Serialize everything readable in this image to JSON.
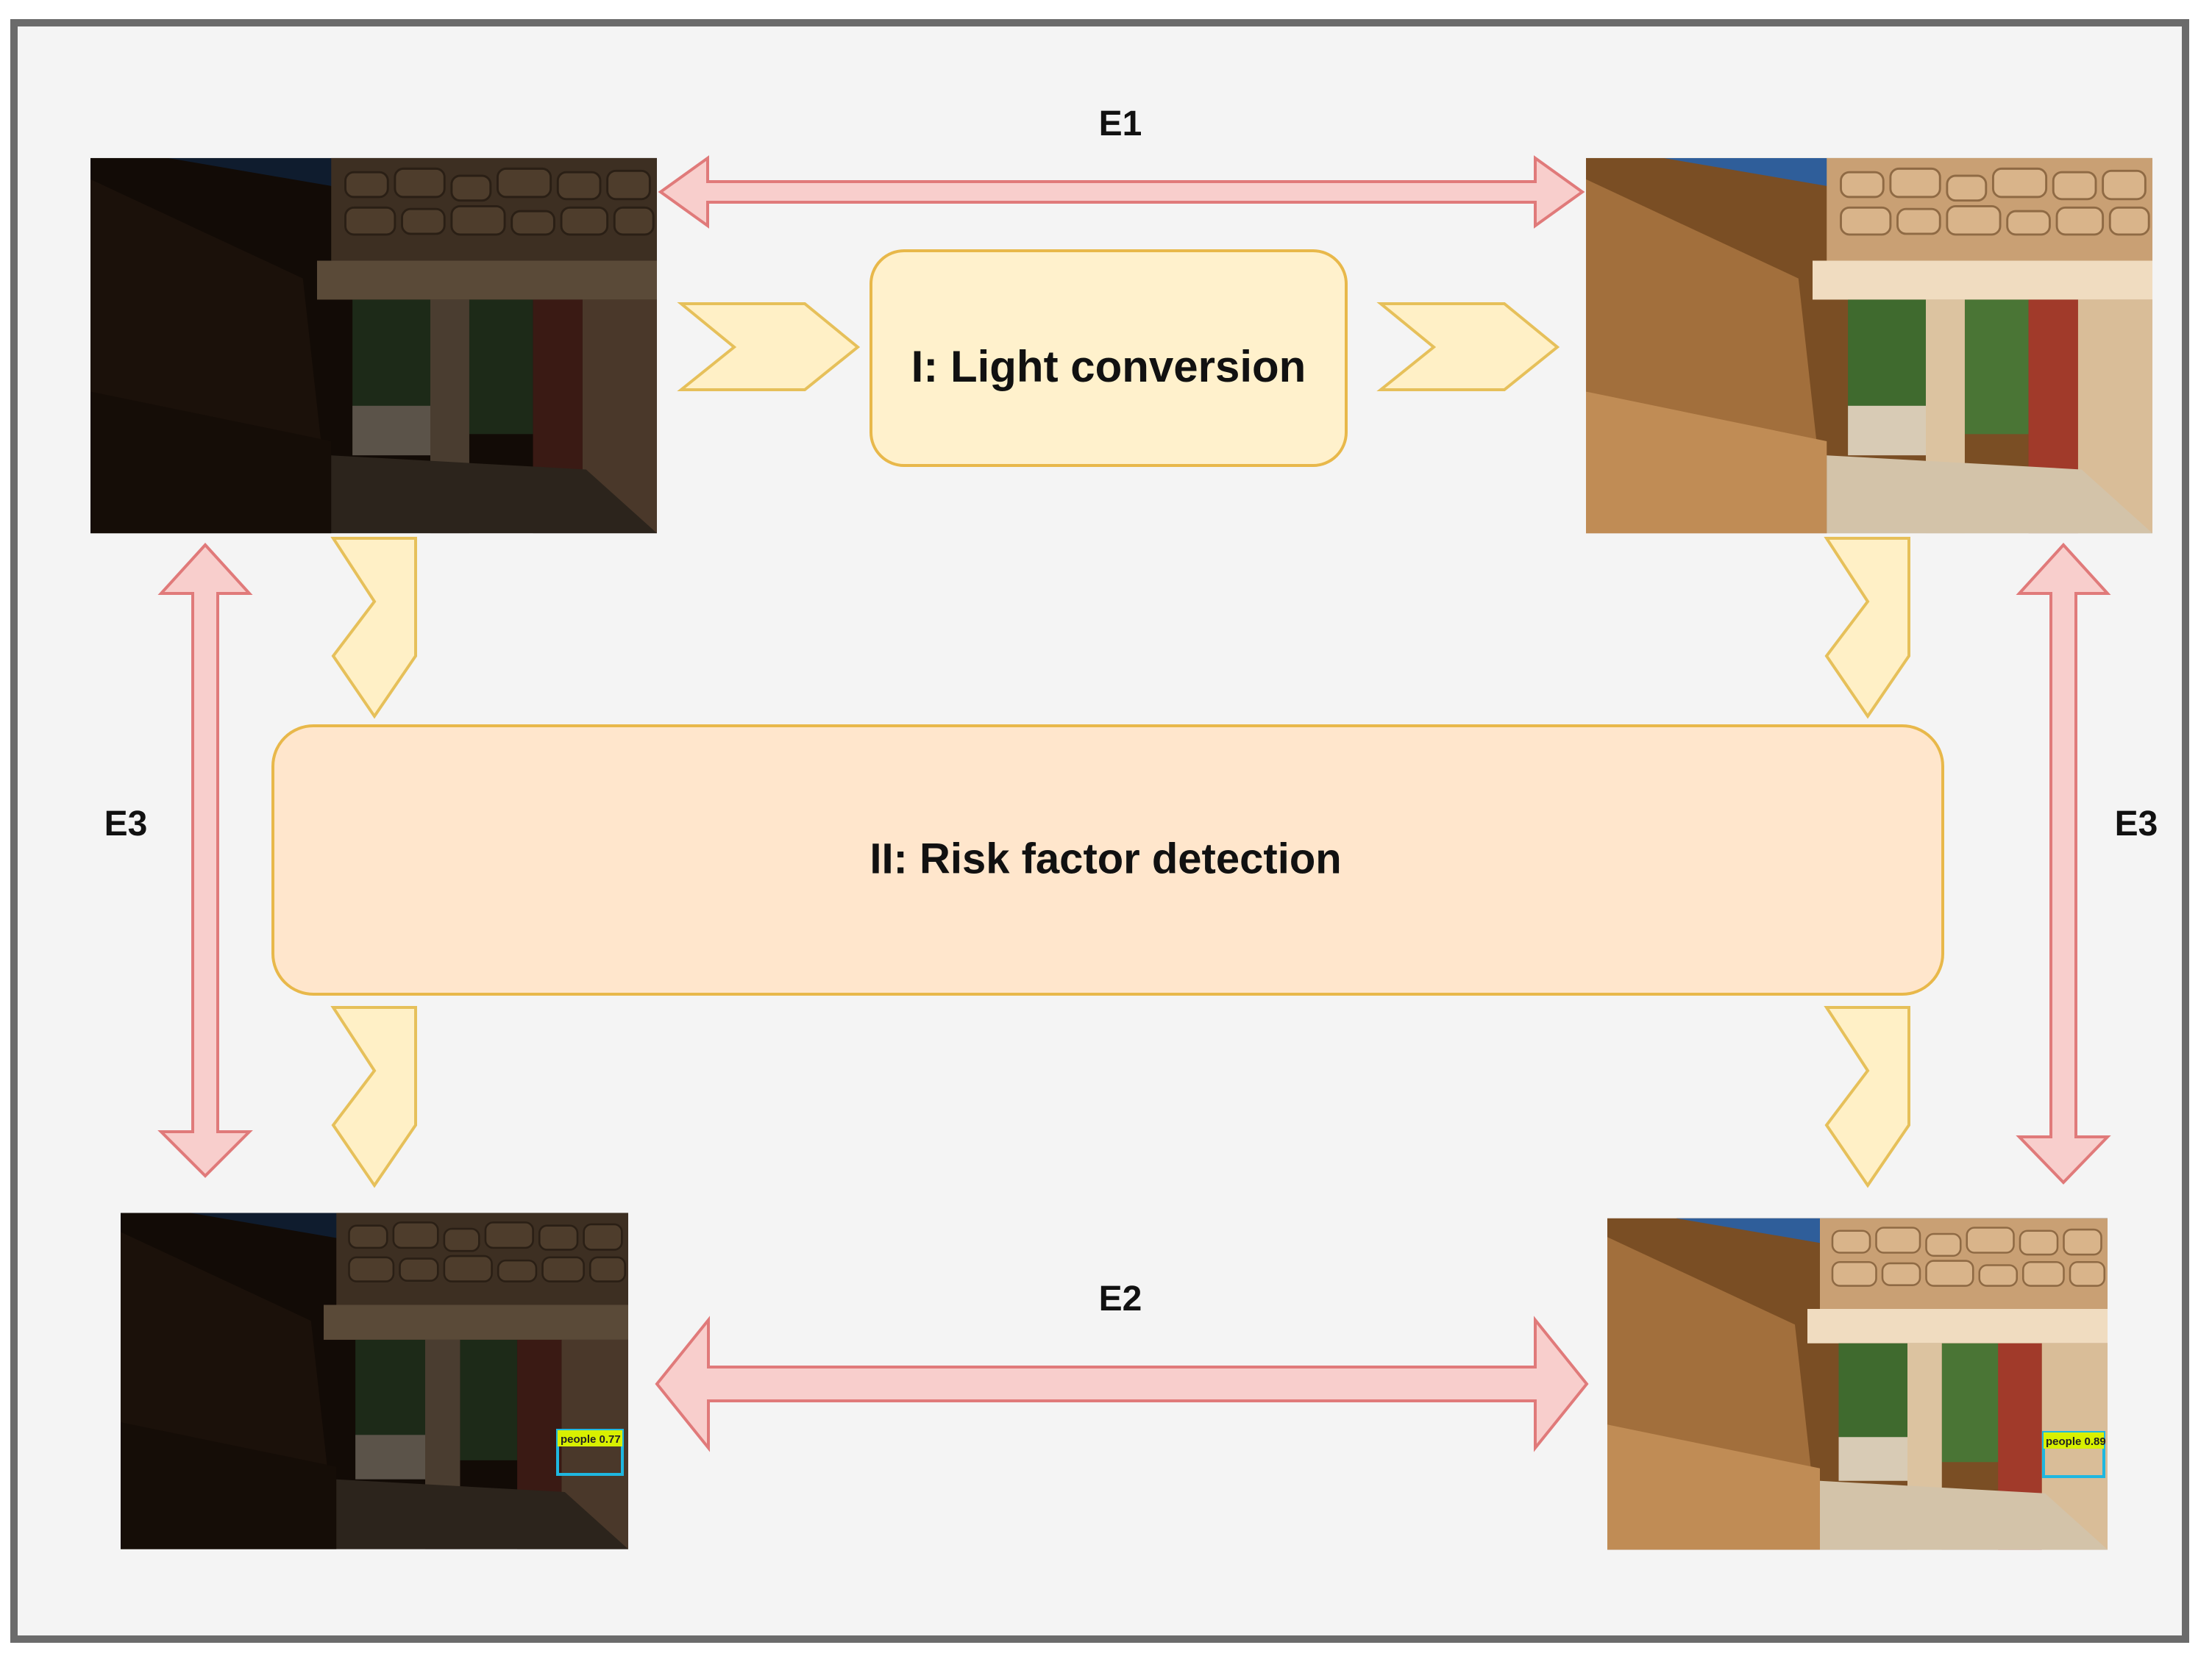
{
  "diagram": {
    "stage1": {
      "label": "I:  Light conversion"
    },
    "stage2": {
      "label": "II:  Risk factor detection"
    },
    "edges": {
      "e1": "E1",
      "e2": "E2",
      "e3_left": "E3",
      "e3_right": "E3"
    },
    "detections": {
      "dark": "people 0.77",
      "bright": "people 0.89"
    }
  },
  "colors": {
    "frame_border": "#6b6b6b",
    "background": "#f4f4f4",
    "box1_fill": "#fff1cc",
    "box2_fill": "#ffe6cc",
    "box_stroke": "#e8b84a",
    "chevron_fill": "#fff0c6",
    "chevron_stroke": "#e6c05a",
    "arrow_fill": "#f8cecc",
    "arrow_stroke": "#e07a7a"
  }
}
